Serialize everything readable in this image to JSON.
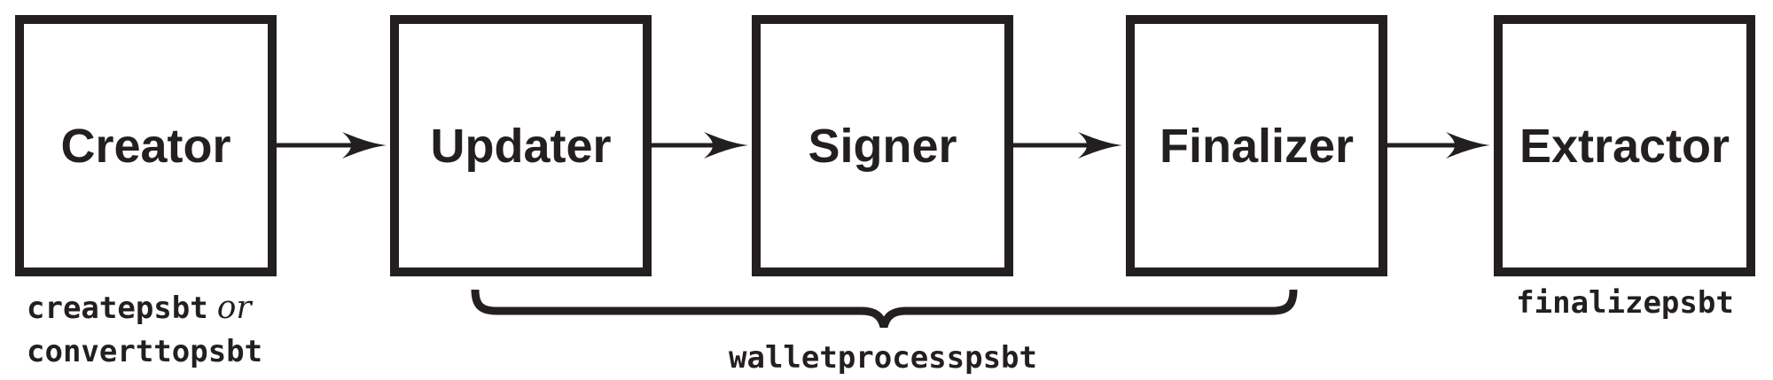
{
  "diagram": {
    "boxes": [
      {
        "label": "Creator"
      },
      {
        "label": "Updater"
      },
      {
        "label": "Signer"
      },
      {
        "label": "Finalizer"
      },
      {
        "label": "Extractor"
      }
    ],
    "captions": {
      "creator_rpc_1": "createpsbt",
      "creator_conjunction": "or",
      "creator_rpc_2": "converttopsbt",
      "wallet_rpc": "walletprocesspsbt",
      "extractor_rpc": "finalizepsbt"
    },
    "colors": {
      "ink": "#231f20",
      "background": "#ffffff"
    }
  }
}
